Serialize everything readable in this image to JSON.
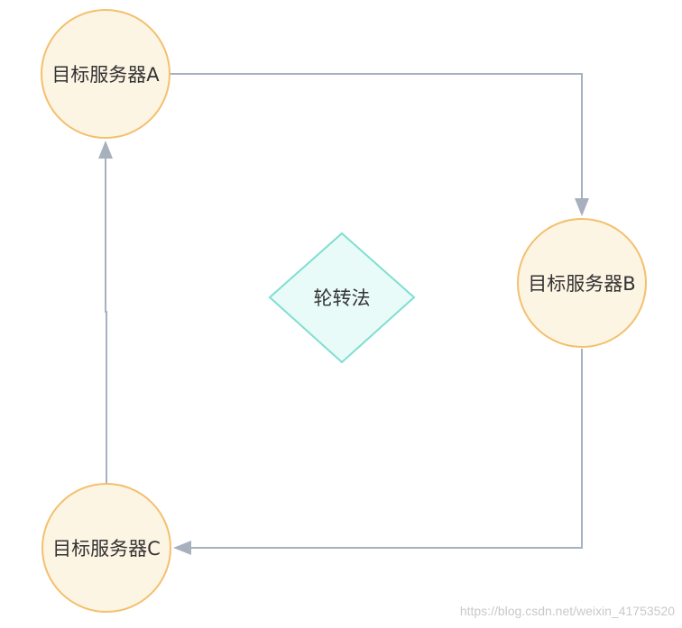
{
  "diagram": {
    "nodes": {
      "server_a": {
        "label": "目标服务器A",
        "shape": "circle"
      },
      "server_b": {
        "label": "目标服务器B",
        "shape": "circle"
      },
      "server_c": {
        "label": "目标服务器C",
        "shape": "circle"
      },
      "method": {
        "label": "轮转法",
        "shape": "diamond"
      }
    },
    "edges": [
      {
        "from": "目标服务器A",
        "to": "目标服务器B"
      },
      {
        "from": "目标服务器B",
        "to": "目标服务器C"
      },
      {
        "from": "目标服务器C",
        "to": "目标服务器A"
      }
    ],
    "colors": {
      "circle_fill": "#fdf5e4",
      "circle_stroke": "#f3c06d",
      "diamond_fill": "#e9fbf8",
      "diamond_stroke": "#7fded3",
      "edge": "#a7b1be",
      "text": "#333333"
    }
  },
  "watermark": "https://blog.csdn.net/weixin_41753520"
}
